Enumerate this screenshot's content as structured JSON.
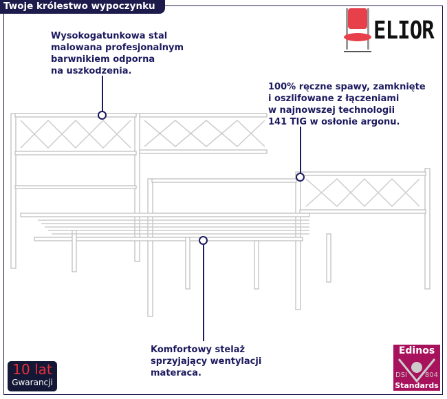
{
  "header": {
    "title": "Twoje królestwo wypoczynku"
  },
  "brand": {
    "name": "ELIOR",
    "chair_color": "#e8404a"
  },
  "notes": {
    "steel": "Wysokogatunkowa stal\nmalowana profesjonalnym\nbarwnikiem odporna\nna uszkodzenia.",
    "welds": "100% ręczne spawy, zamknięte\ni oszlifowane z łączeniami\nw najnowszej technologii\n141 TIG w osłonie argonu.",
    "slats": "Komfortowy stelaż\nsprzyjający wentylacji\nmateraca."
  },
  "warranty": {
    "years": "10 lat",
    "label": "Gwarancji"
  },
  "certificate": {
    "brand": "Edinos",
    "left": "DSI",
    "right": "804",
    "label": "Standards",
    "color": "#a8115c"
  },
  "colors": {
    "navy": "#1d1a4c",
    "text": "#1c1a5e"
  }
}
